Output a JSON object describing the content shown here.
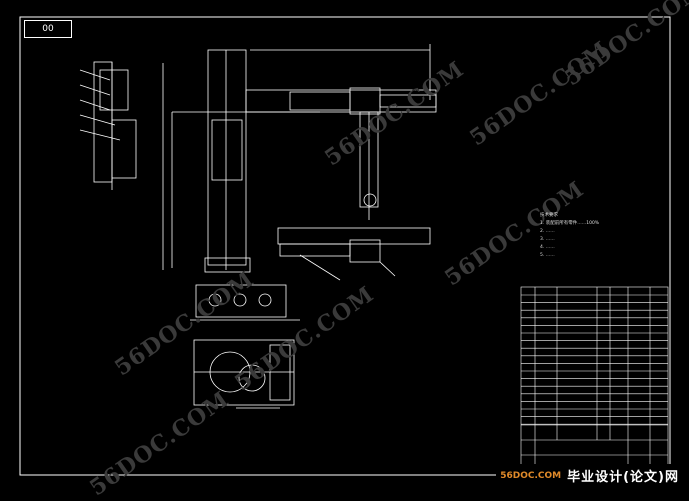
{
  "drawing": {
    "sheet_code": "00",
    "technical_notes": {
      "heading": "技术要求",
      "items": [
        "1. 装配前所有零件……100%",
        "2. ……",
        "3. ……",
        "4. ……",
        "5. ……"
      ]
    }
  },
  "watermark": {
    "text": "56DOC.COM",
    "color": "#3a3a3a"
  },
  "brand": {
    "site": "56DOC.COM",
    "title": "毕业设计(论文)网"
  },
  "colors": {
    "background": "#000000",
    "lines": "#ffffff",
    "accent": "#e08a2a"
  }
}
